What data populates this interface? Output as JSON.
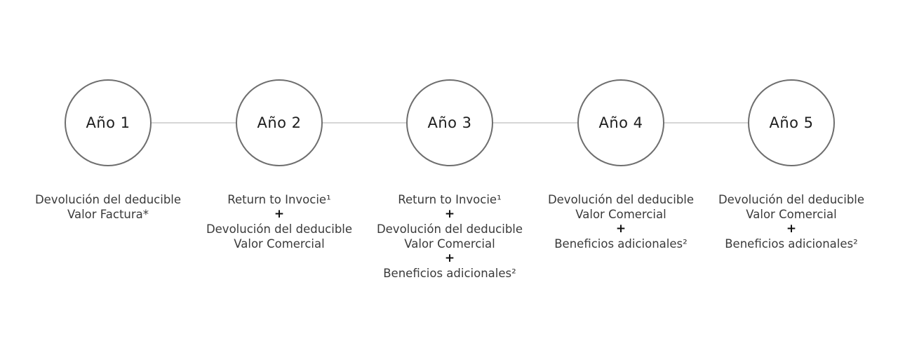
{
  "steps": [
    {
      "label": "Año 1",
      "lines": [
        {
          "text": "Devolución del deducible"
        },
        {
          "text": "Valor Factura*"
        }
      ]
    },
    {
      "label": "Año 2",
      "lines": [
        {
          "text": "Return to Invocie¹"
        },
        {
          "text": "+",
          "plus": true
        },
        {
          "text": "Devolución del deducible"
        },
        {
          "text": "Valor Comercial"
        }
      ]
    },
    {
      "label": "Año 3",
      "lines": [
        {
          "text": "Return to Invocie¹"
        },
        {
          "text": "+",
          "plus": true
        },
        {
          "text": "Devolución del deducible"
        },
        {
          "text": "Valor Comercial"
        },
        {
          "text": "+",
          "plus": true
        },
        {
          "text": "Beneficios adicionales²"
        }
      ]
    },
    {
      "label": "Año 4",
      "lines": [
        {
          "text": "Devolución del deducible"
        },
        {
          "text": "Valor Comercial"
        },
        {
          "text": "+",
          "plus": true
        },
        {
          "text": "Beneficios adicionales²"
        }
      ]
    },
    {
      "label": "Año 5",
      "lines": [
        {
          "text": "Devolución del deducible"
        },
        {
          "text": "Valor Comercial"
        },
        {
          "text": "+",
          "plus": true
        },
        {
          "text": "Beneficios adicionales²"
        }
      ]
    }
  ],
  "colors": {
    "circle_border": "#6e6e6e",
    "connector": "#d6d6d6",
    "text": "#3a3a3a"
  }
}
